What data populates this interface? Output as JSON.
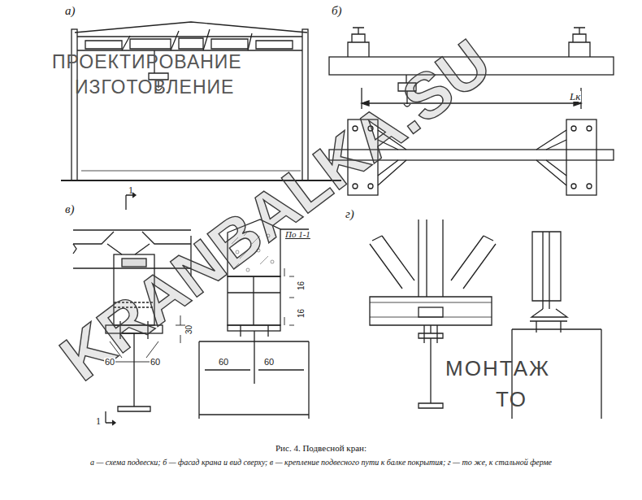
{
  "diagram": {
    "title": "Рис. 4. Подвесной кран:",
    "caption": "а — схема подвески; б — фасад крана и вид сверху; в — крепление подвесного пути к балке покрытия; г — то же, к стальной ферме",
    "labels": [
      "а)",
      "б)",
      "в)",
      "г)",
      "ПРОЕКТИРОВАНИЕ",
      "ИЗГОТОВЛЕНИЕ",
      "KRANBALKA.SU",
      "Lк",
      "1",
      "1",
      "По 1-1",
      "16",
      "16",
      "30",
      "60",
      "60",
      "60",
      "60",
      "МОНТАЖ",
      "ТО"
    ]
  }
}
